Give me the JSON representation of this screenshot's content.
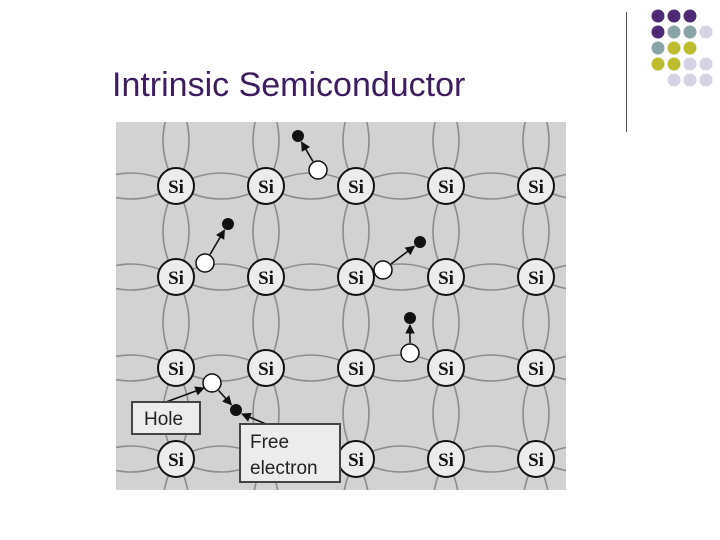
{
  "slide": {
    "title": "Intrinsic Semiconductor"
  },
  "diagram": {
    "atom_label": "Si",
    "rows": 4,
    "cols": 5,
    "labels": {
      "hole": "Hole",
      "free_electron_line1": "Free",
      "free_electron_line2": "electron"
    }
  },
  "colors": {
    "title": "#3d1d5e",
    "purple": "#4e2a72",
    "teal": "#8aa3a8",
    "olive": "#bcbc2f",
    "lavender": "#d6d4e4",
    "lattice_bg": "#d2d2d2",
    "bond": "#8c8c8c"
  },
  "icons": {
    "decoration": "dot-grid-decoration",
    "electron": "filled-circle-icon",
    "hole": "hollow-circle-icon"
  }
}
